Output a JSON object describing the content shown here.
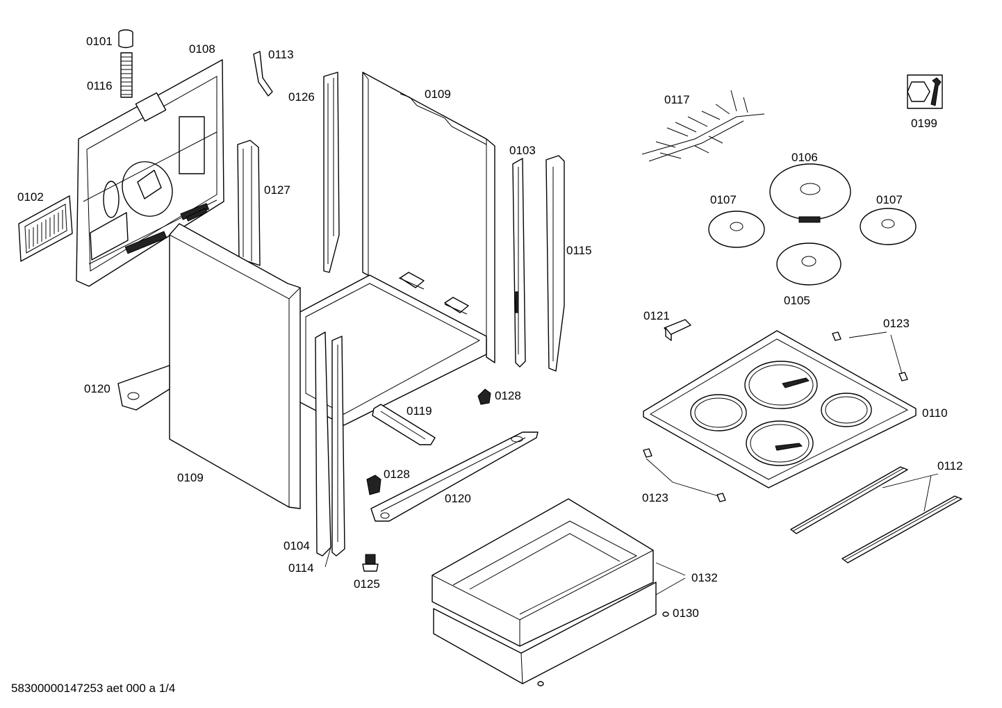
{
  "document_id": "58300000147253 aet 000 a 1/4",
  "service_icon": "wrench-nut-icon",
  "part_labels": {
    "p0101": "0101",
    "p0116": "0116",
    "p0108": "0108",
    "p0113": "0113",
    "p0126": "0126",
    "p0109_top": "0109",
    "p0117": "0117",
    "p0199": "0199",
    "p0103": "0103",
    "p0127": "0127",
    "p0102": "0102",
    "p0106": "0106",
    "p0107_left": "0107",
    "p0107_right": "0107",
    "p0115": "0115",
    "p0105": "0105",
    "p0121": "0121",
    "p0123_top": "0123",
    "p0120_left": "0120",
    "p0128_right": "0128",
    "p0119": "0119",
    "p0110": "0110",
    "p0112": "0112",
    "p0109_bottom": "0109",
    "p0128_left": "0128",
    "p0120_bottom": "0120",
    "p0123_bottom": "0123",
    "p0104": "0104",
    "p0114": "0114",
    "p0125": "0125",
    "p0132": "0132",
    "p0130": "0130"
  }
}
